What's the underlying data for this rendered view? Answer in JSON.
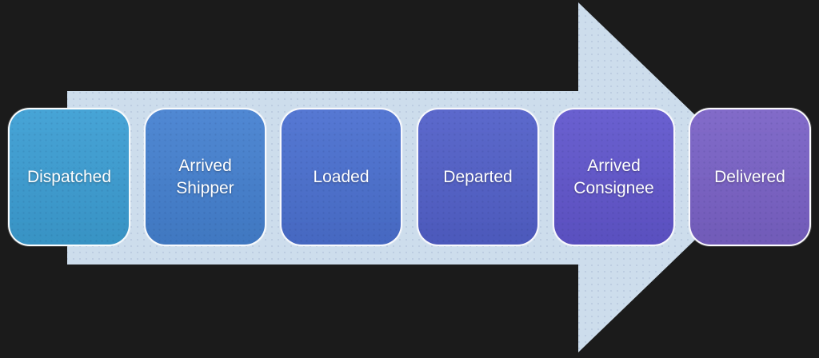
{
  "diagram": {
    "type": "horizontal-process-flow-arrow",
    "background_color": "#1b1b1b",
    "text_color": "#ffffff",
    "arrow": {
      "name": "right-arrow",
      "color": "#cdddec",
      "direction": "right"
    },
    "stages": [
      {
        "label": "Dispatched",
        "color": "#3c9ed3"
      },
      {
        "label": "Arrived Shipper",
        "color": "#4581d0"
      },
      {
        "label": "Loaded",
        "color": "#4b70d0"
      },
      {
        "label": "Departed",
        "color": "#5260c9"
      },
      {
        "label": "Arrived Consignee",
        "color": "#6156cd"
      },
      {
        "label": "Delivered",
        "color": "#7a62c6"
      }
    ]
  }
}
